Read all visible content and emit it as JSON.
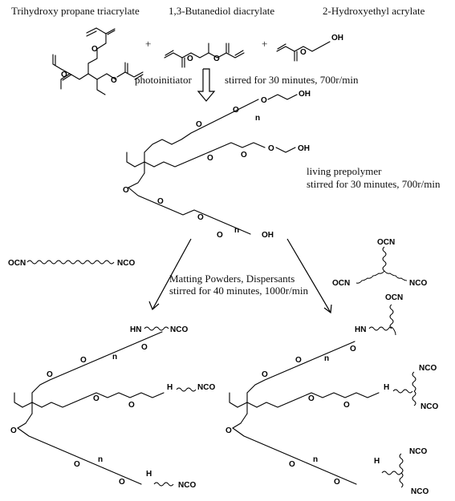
{
  "title_reactants": {
    "triacrylate": "Trihydroxy propane triacrylate",
    "diacrylate": "1,3-Butanediol diacrylate",
    "hea": "2-Hydroxyethyl acrylate"
  },
  "plus": "+",
  "step1": {
    "catalyst": "photoinitiator",
    "condition": "stirred for 30 minutes, 700r/min"
  },
  "step2": {
    "product": "living prepolymer",
    "condition": "stirred for 30 minutes, 700r/min"
  },
  "step3": {
    "additives": "Matting Powders, Dispersants",
    "condition": "stirred for 40 minutes, 1000r/min"
  },
  "groups": {
    "oh": "OH",
    "nco": "NCO",
    "ocn": "OCN",
    "o": "O",
    "hn": "HN",
    "h": "H",
    "n_subscript": "n"
  }
}
